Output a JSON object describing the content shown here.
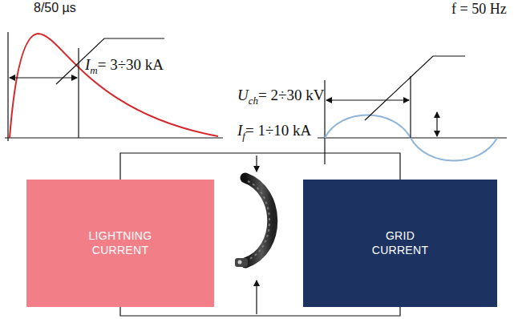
{
  "diagram": {
    "nodes": [
      {
        "text": [
          "LIGHTNING CURRENT"
        ]
      },
      {
        "text": [
          "GRID CURRENT"
        ]
      }
    ],
    "edges": [
      {
        "from": 0,
        "to": 1,
        "arrow": "none"
      },
      {
        "from": 0,
        "to": 1,
        "arrow": "none"
      }
    ],
    "labels": [
      "8/50 µs",
      "I",
      "m",
      "= 3÷30 kA",
      "f = 50 Hz",
      "U",
      "ch",
      "= 2÷30 kV",
      "I",
      "f",
      "= 1÷10 kA"
    ]
  }
}
